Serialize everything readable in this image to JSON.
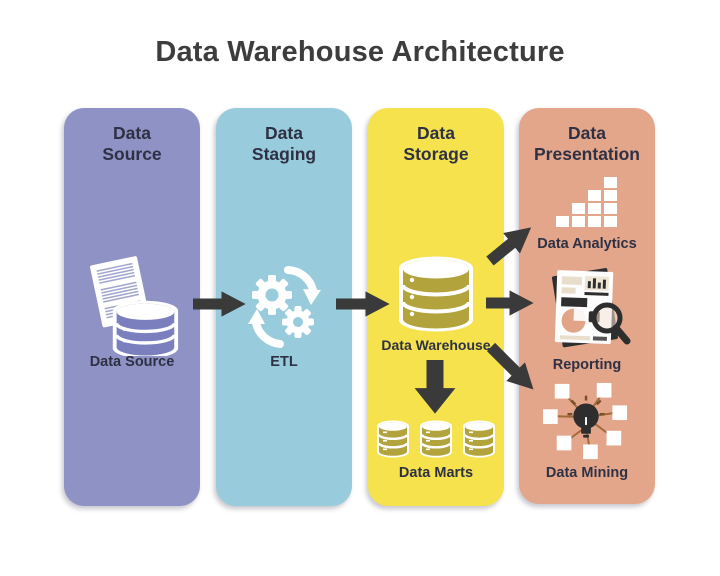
{
  "title": "Data Warehouse Architecture",
  "columns": {
    "source": {
      "header": "Data\nSource",
      "icon": "document-database-icon",
      "label": "Data Source"
    },
    "staging": {
      "header": "Data\nStaging",
      "icon": "etl-gears-icon",
      "label": "ETL"
    },
    "storage": {
      "header": "Data\nStorage",
      "warehouse": {
        "icon": "database-icon",
        "label": "Data Warehouse"
      },
      "marts": {
        "icon": "data-marts-icon",
        "label": "Data Marts"
      }
    },
    "presentation": {
      "header": "Data\nPresentation",
      "items": [
        {
          "icon": "bar-chart-icon",
          "label": "Data Analytics"
        },
        {
          "icon": "report-magnifier-icon",
          "label": "Reporting"
        },
        {
          "icon": "data-mining-icon",
          "label": "Data Mining"
        }
      ]
    }
  },
  "flow": {
    "arrows": [
      "source-to-staging",
      "staging-to-storage",
      "warehouse-to-analytics",
      "warehouse-to-reporting",
      "warehouse-to-mining",
      "warehouse-to-marts"
    ]
  },
  "colors": {
    "source_bg": "#8F92C4",
    "staging_bg": "#98CBDC",
    "storage_bg": "#F5E24D",
    "presentation_bg": "#E4A68B",
    "arrow": "#3A3A3A",
    "label_text": "#2E3144",
    "title_text": "#3D3D3D",
    "db_olive": "#B2A33D",
    "db_purple": "#7B7FBE"
  }
}
